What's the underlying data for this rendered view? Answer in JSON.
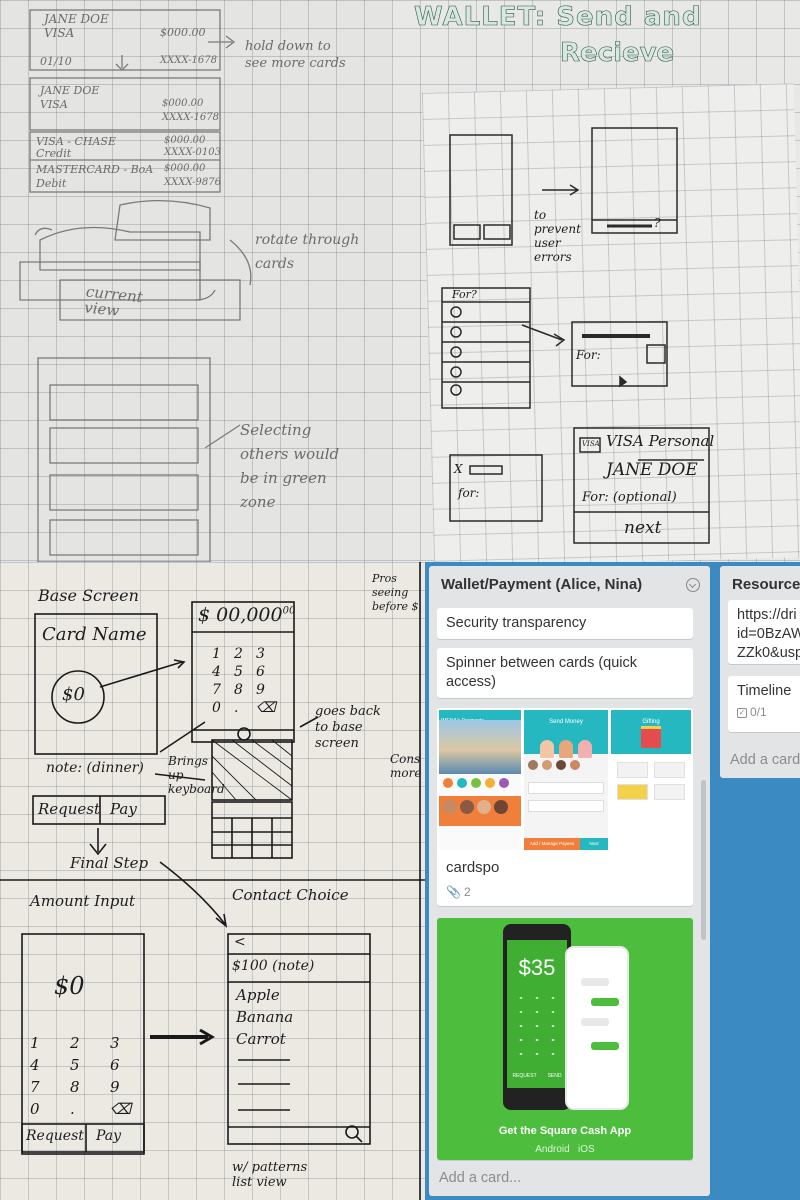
{
  "sketch_tl": {
    "card1_name": "JANE DOE",
    "card1_type": "VISA",
    "card1_amount": "$000.00",
    "card1_exp": "01/10",
    "card1_number": "XXXX-1678",
    "hold_note": "hold down to see more cards",
    "card2_name": "JANE DOE",
    "card2_type": "VISA",
    "card2_amount": "$000.00",
    "card2_number": "XXXX-1678",
    "card3_name": "VISA - CHASE",
    "card3_type": "Credit",
    "card3_amount": "$000.00",
    "card3_number": "XXXX-0103",
    "card4_name": "MASTERCARD - BoA",
    "card4_type": "Debit",
    "card4_amount": "$000.00",
    "card4_number": "XXXX-9876",
    "rotate_note": "rotate through cards",
    "current_view": "current view",
    "selecting_note": "Selecting others would be in green zone"
  },
  "sketch_tr": {
    "title_line1": "WALLET: Send and",
    "title_line2": "Recieve",
    "prevent_note": "to prevent user errors",
    "for_label": "For?",
    "for_field": "For:",
    "x_mark": "X",
    "small_for": "for:",
    "card_brand": "VISA",
    "card_label": "VISA Personal",
    "card_holder": "JANE DOE",
    "for_optional": "For: (optional)",
    "next": "next",
    "question_mark": "?"
  },
  "sketch_bl": {
    "base_screen": "Base Screen",
    "card_name": "Card Name",
    "amount_zero": "$0",
    "note": "note: (dinner)",
    "request": "Request",
    "pay": "Pay",
    "big_amount": "$ 00,000",
    "big_amount_sup": "00",
    "keys": [
      "1",
      "2",
      "3",
      "4",
      "5",
      "6",
      "7",
      "8",
      "9",
      "0",
      ".",
      "⌫"
    ],
    "goes_back": "goes back to base screen",
    "brings_keyboard": "Brings up keyboard",
    "pros": "Pros seeing before $",
    "cons": "Cons more",
    "final_step": "Final Step",
    "amount_input": "Amount Input",
    "contact_choice": "Contact Choice",
    "amount_zero2": "$0",
    "keys2": [
      "1",
      "2",
      "3",
      "4",
      "5",
      "6",
      "7",
      "8",
      "9",
      "0",
      ".",
      "⌫"
    ],
    "request2": "Request",
    "pay2": "Pay",
    "back": "<",
    "contact_amount": "$100 (note)",
    "contacts": [
      "Apple",
      "Banana",
      "Carrot"
    ],
    "patterns_note": "w/ patterns list view"
  },
  "board": {
    "list1": {
      "title": "Wallet/Payment (Alice, Nina)",
      "cards": [
        {
          "label": "Security transparency"
        },
        {
          "label": "Spinner between cards (quick access)"
        },
        {
          "label": "cardspo",
          "attachments": "2"
        }
      ],
      "cover1": {
        "panel1_title": "IMENA's Payments",
        "panel2_title": "Send Money",
        "panel3_title": "Gifting",
        "button1": "Add / Manage Payees",
        "button2": "Next"
      },
      "cover2": {
        "amount": "$35",
        "request": "REQUEST",
        "send": "SEND",
        "caption": "Get the Square Cash App",
        "platforms": "Android   iOS"
      },
      "add_card": "Add a card..."
    },
    "list2": {
      "title": "Resources",
      "link_card": [
        "https://dri",
        "id=0BzAW",
        "ZZk0&usp"
      ],
      "timeline_card": {
        "label": "Timeline",
        "checklist": "0/1"
      },
      "add_card": "Add a card"
    },
    "colors": {
      "board_bg": "#3b8ac1",
      "list_bg": "#e2e4e6",
      "square_green": "#4dbd3d",
      "teal": "#25b8c0"
    }
  }
}
